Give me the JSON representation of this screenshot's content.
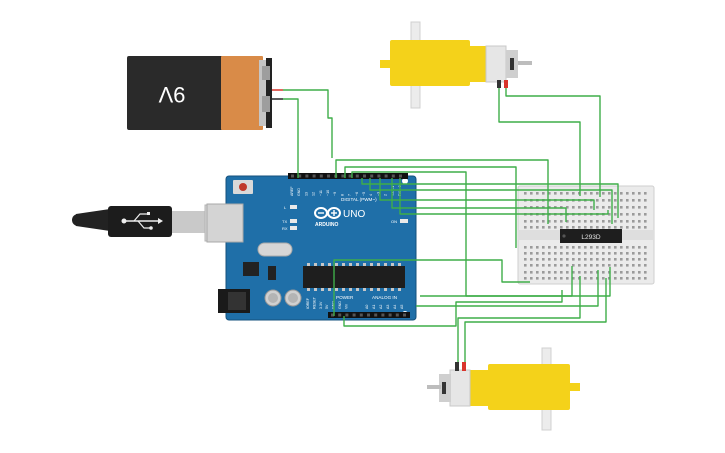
{
  "battery": {
    "label": "9V"
  },
  "arduino": {
    "brand": "ARDUINO",
    "model": "UNO",
    "section_digital": "DIGITAL (PWM~)",
    "section_power": "POWER",
    "section_analog": "ANALOG IN",
    "led_l": "L",
    "led_tx": "TX",
    "led_rx": "RX",
    "led_on": "ON",
    "digital_pins": [
      "AREF",
      "GND",
      "13",
      "12",
      "~11",
      "~10",
      "~9",
      "8",
      "7",
      "~6",
      "~5",
      "4",
      "~3",
      "2",
      "TX→1",
      "RX←0"
    ],
    "power_pins": [
      "IOREF",
      "RESET",
      "3.3V",
      "5V",
      "GND",
      "GND",
      "Vin"
    ],
    "analog_pins": [
      "A0",
      "A1",
      "A2",
      "A3",
      "A4",
      "A5"
    ]
  },
  "driver_chip": {
    "label": "L293D"
  },
  "colors": {
    "wire": "#3fae49",
    "wire_red": "#d9342b",
    "arduino_board": "#1f6fa8",
    "motor_yellow": "#f4d21a",
    "battery_orange": "#d98b48",
    "breadboard": "#ececec"
  }
}
